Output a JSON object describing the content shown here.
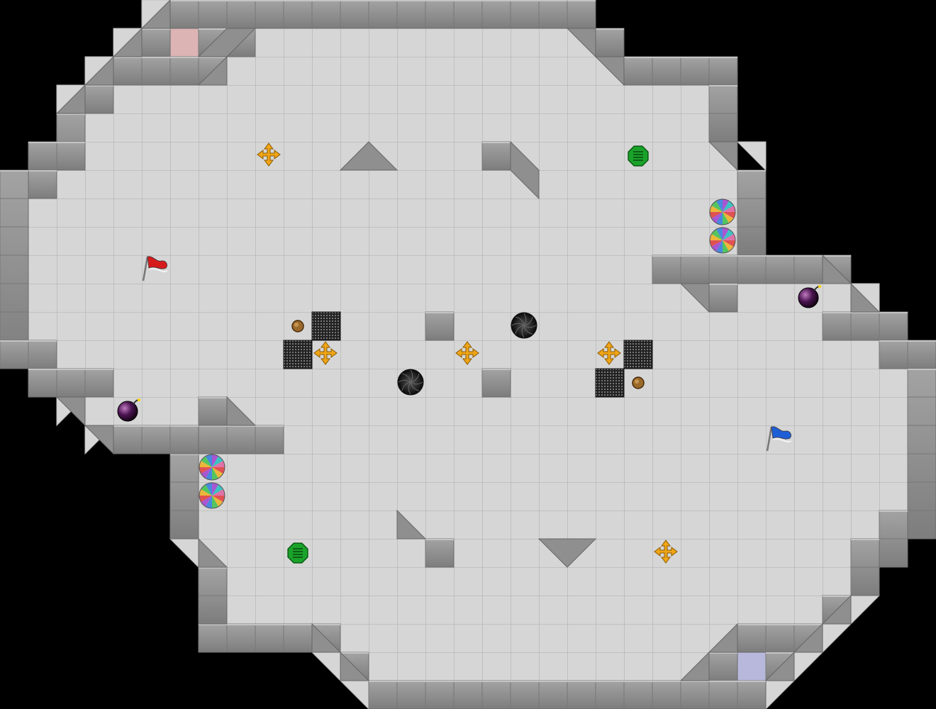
{
  "game": {
    "type": "capture-the-flag tile map",
    "tiles": [
      "floor",
      "wall",
      "wall-diagonal",
      "flag",
      "bomb",
      "speed-pad",
      "boost",
      "portal",
      "gate",
      "spike-grate",
      "button",
      "end-zone"
    ],
    "colors": {
      "background": "#000000",
      "floor": "#d6d6d6",
      "floor_grid": "#a9a9a9",
      "wall": "#8a8a8a",
      "wall_light": "#b8b8b8",
      "wall_dark": "#5e5e5e",
      "red_flag": "#d61b1b",
      "blue_flag": "#1f5fd6",
      "red_endzone": "#dcb4b4",
      "blue_endzone": "#b8b8dc",
      "powerup": "#f0a516",
      "bomb": "#3a0a3a",
      "pad": "#1aa32a"
    },
    "objects": {
      "red_flag": "red-flag-icon",
      "blue_flag": "blue-flag-icon",
      "bombs": 2,
      "boosts": 5,
      "speed_pads": 2,
      "portals": 4,
      "gates": 2,
      "spike_grates": 4,
      "buttons": 2
    }
  }
}
